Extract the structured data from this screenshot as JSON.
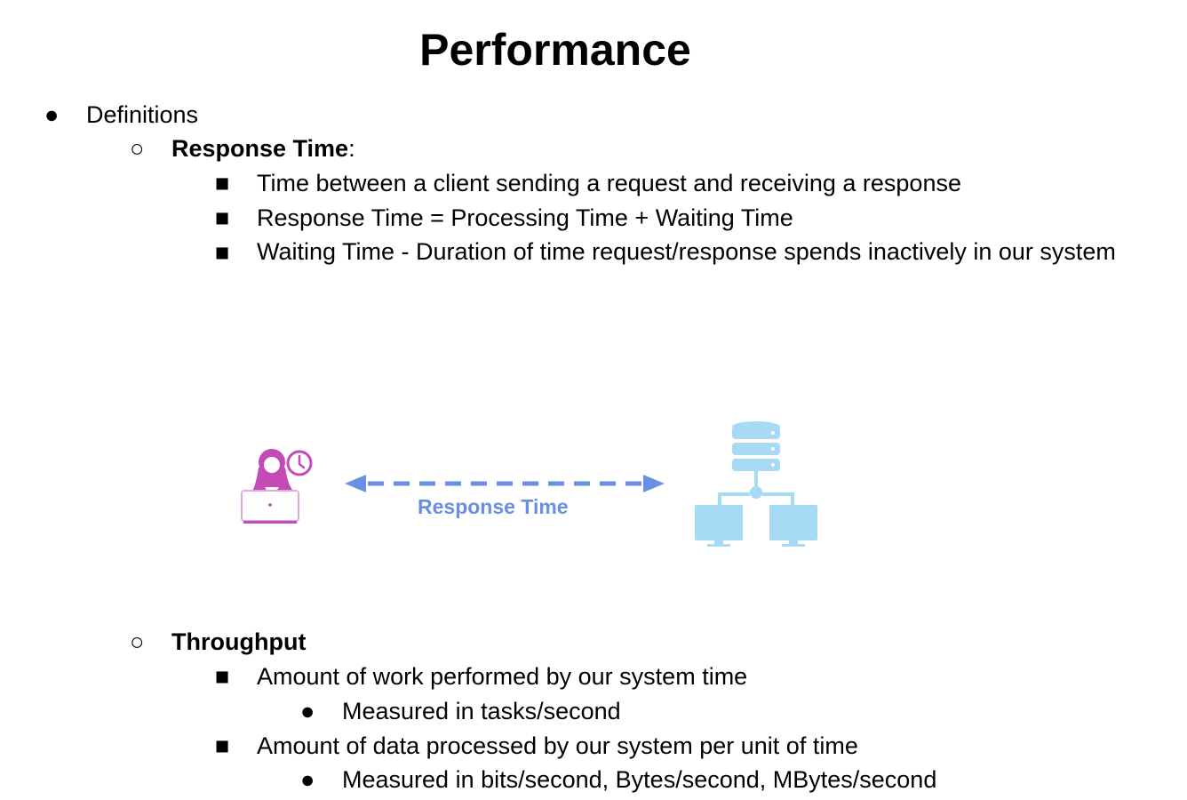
{
  "title": "Performance",
  "outline": {
    "level1": {
      "bullet": "●",
      "label": "Definitions"
    },
    "response_time": {
      "bullet": "○",
      "heading": "Response Time",
      "heading_suffix": ":",
      "items": [
        {
          "bullet": "■",
          "text": "Time between a client sending a request and receiving a response"
        },
        {
          "bullet": "■",
          "text": "Response Time = Processing Time + Waiting Time"
        },
        {
          "bullet": "■",
          "text": "Waiting Time - Duration of time request/response spends inactively in our system"
        }
      ]
    },
    "throughput": {
      "bullet": "○",
      "heading": "Throughput",
      "items": [
        {
          "bullet": "■",
          "text": "Amount of work performed by our system time",
          "sub": {
            "bullet": "●",
            "text": "Measured in tasks/second"
          }
        },
        {
          "bullet": "■",
          "text": "Amount of data processed by our system per unit of time",
          "sub": {
            "bullet": "●",
            "text": "Measured in bits/second, Bytes/second, MBytes/second"
          }
        }
      ]
    }
  },
  "diagram": {
    "arrow_label": "Response Time",
    "colors": {
      "client": "#c44bb5",
      "arrow": "#6a8ee3",
      "server": "#a7dbf5"
    },
    "icons": [
      "client-laptop-icon",
      "clock-icon",
      "double-arrow-icon",
      "database-network-icon"
    ]
  }
}
